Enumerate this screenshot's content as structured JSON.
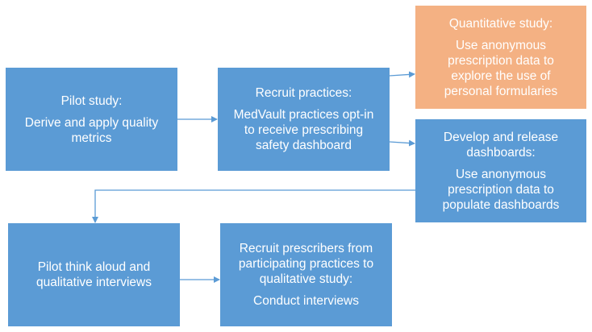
{
  "colors": {
    "box_blue": "#5b9bd5",
    "box_orange": "#f4b183",
    "arrow": "#5b9bd5"
  },
  "nodes": {
    "pilot_study": {
      "heading": "Pilot study:",
      "body": "Derive and apply quality\nmetrics"
    },
    "recruit_practices": {
      "heading": "Recruit practices:",
      "body": "MedVault practices opt-in\nto receive prescribing\nsafety dashboard"
    },
    "quantitative_study": {
      "heading": "Quantitative study:",
      "body": "Use anonymous\nprescription data to\nexplore the use of\npersonal formularies"
    },
    "develop_dashboards": {
      "heading": "Develop and release\ndashboards:",
      "body": "Use anonymous\nprescription data to\npopulate dashboards"
    },
    "pilot_interviews": {
      "heading": "",
      "body": "Pilot think aloud and\nqualitative interviews"
    },
    "recruit_prescribers": {
      "heading": "Recruit prescribers from\nparticipating practices to\nqualitative study:",
      "body": "Conduct interviews"
    }
  }
}
